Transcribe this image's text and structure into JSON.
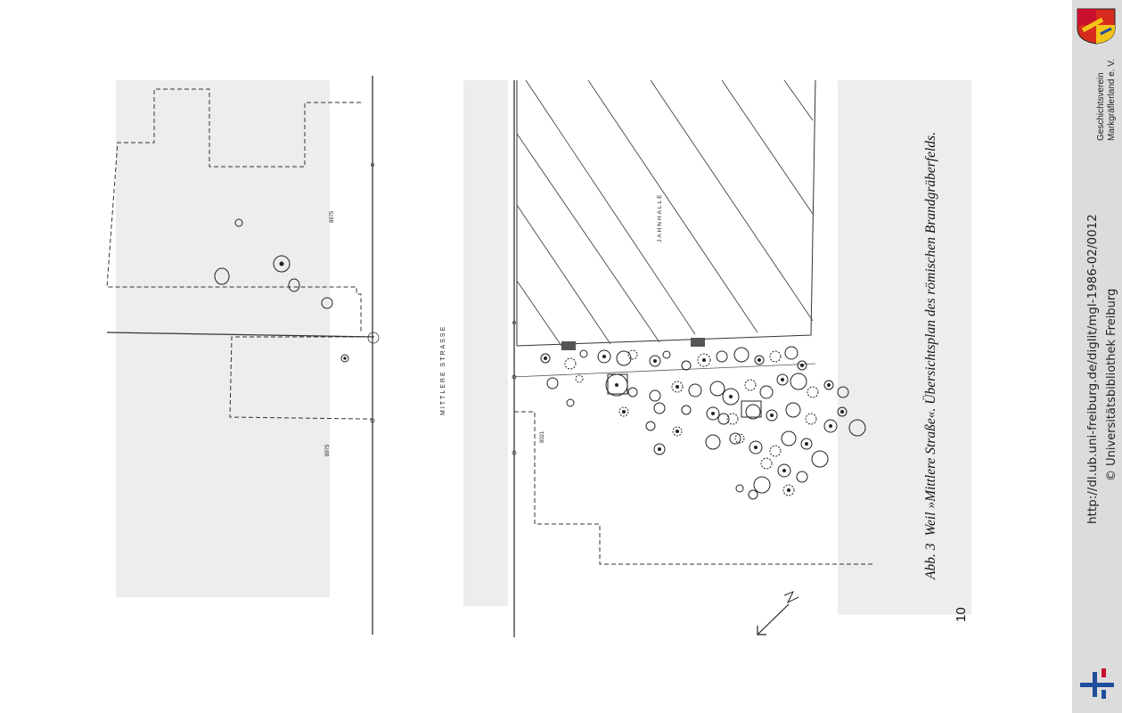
{
  "figure": {
    "caption_label": "Abb. 3",
    "caption_text": "Weil »Mittlere Straße«. Übersichtsplan des römischen Brandgräberfelds.",
    "page_number": "10",
    "street_label": "MITTLERE STRASSE",
    "building_label": "JAHNHALLE",
    "parcel_labels": [
      "8975",
      "8975",
      "9021"
    ]
  },
  "sidebar": {
    "url": "http://dl.ub.uni-freiburg.de/diglit/mgl-1986-02/0012",
    "library": "© Universitätsbibliothek Freiburg",
    "association_line1": "Geschichtsverein",
    "association_line2": "Markgräflerland e. V.",
    "icons": [
      "coat-of-arms-icon",
      "ub-freiburg-logo-icon"
    ]
  }
}
